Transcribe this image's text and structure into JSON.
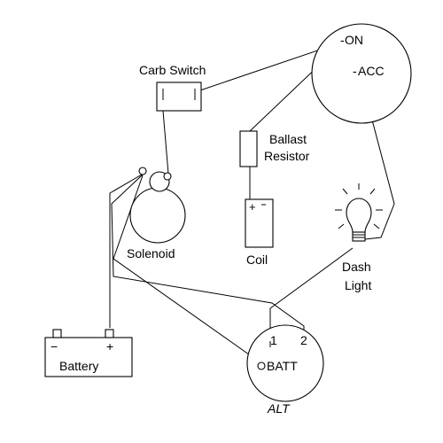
{
  "labels": {
    "carb_switch": "Carb Switch",
    "on": "ON",
    "acc": "ACC",
    "ballast_line1": "Ballast",
    "ballast_line2": "Resistor",
    "solenoid": "Solenoid",
    "coil": "Coil",
    "coil_plus": "+",
    "dash_line1": "Dash",
    "dash_line2": "Light",
    "battery": "Battery",
    "battery_minus": "−",
    "battery_plus": "+",
    "terminal_1": "1",
    "terminal_2": "2",
    "batt": "BATT",
    "alt": "ALT"
  }
}
